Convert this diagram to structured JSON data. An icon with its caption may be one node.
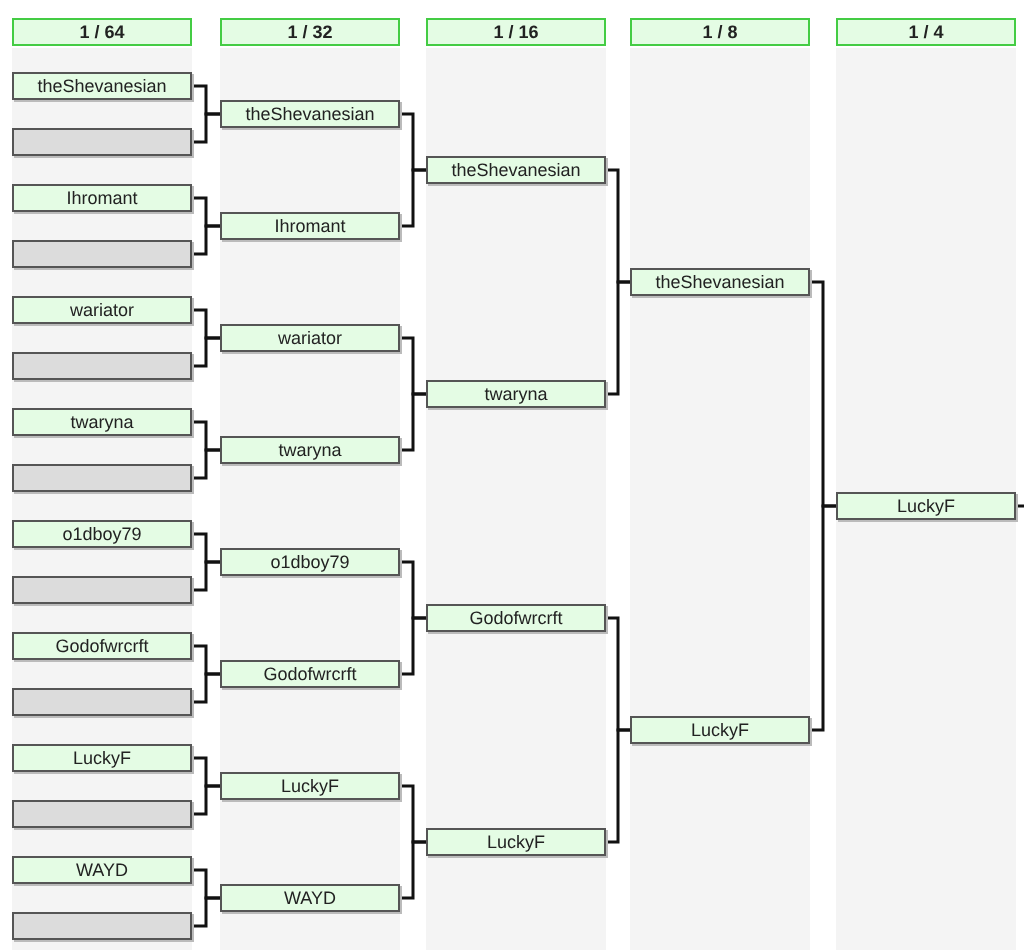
{
  "diagram": {
    "nodes": [
      {
        "text": [
          "1 / 64"
        ]
      },
      {
        "text": [
          "1 / 32"
        ]
      },
      {
        "text": [
          "1 / 16"
        ]
      },
      {
        "text": [
          "1 / 8"
        ]
      },
      {
        "text": [
          "1 / 4"
        ]
      },
      {
        "text": [
          "theShevanesian"
        ]
      },
      {
        "text": [],
        "shape": "box"
      },
      {
        "text": [
          "Ihromant"
        ]
      },
      {
        "text": [],
        "shape": "box"
      },
      {
        "text": [
          "wariator"
        ]
      },
      {
        "text": [],
        "shape": "box"
      },
      {
        "text": [
          "twaryna"
        ]
      },
      {
        "text": [],
        "shape": "box"
      },
      {
        "text": [
          "o1dboy79"
        ]
      },
      {
        "text": [],
        "shape": "box"
      },
      {
        "text": [
          "Godofwrcrft"
        ]
      },
      {
        "text": [],
        "shape": "box"
      },
      {
        "text": [
          "LuckyF"
        ]
      },
      {
        "text": [],
        "shape": "box"
      },
      {
        "text": [
          "WAYD"
        ]
      },
      {
        "text": [],
        "shape": "box"
      },
      {
        "text": [
          "theShevanesian"
        ]
      },
      {
        "text": [
          "Ihromant"
        ]
      },
      {
        "text": [
          "wariator"
        ]
      },
      {
        "text": [
          "twaryna"
        ]
      },
      {
        "text": [
          "o1dboy79"
        ]
      },
      {
        "text": [
          "Godofwrcrft"
        ]
      },
      {
        "text": [
          "LuckyF"
        ]
      },
      {
        "text": [
          "WAYD"
        ]
      },
      {
        "text": [
          "theShevanesian"
        ]
      },
      {
        "text": [
          "twaryna"
        ]
      },
      {
        "text": [
          "Godofwrcrft"
        ]
      },
      {
        "text": [
          "LuckyF"
        ]
      },
      {
        "text": [
          "theShevanesian"
        ]
      },
      {
        "text": [
          "LuckyF"
        ]
      },
      {
        "text": [
          "LuckyF"
        ]
      }
    ],
    "edges": [
      {
        "from": 5,
        "to": 21,
        "arrow": "none"
      },
      {
        "from": 6,
        "to": 21,
        "arrow": "none"
      },
      {
        "from": 7,
        "to": 22,
        "arrow": "none"
      },
      {
        "from": 8,
        "to": 22,
        "arrow": "none"
      },
      {
        "from": 9,
        "to": 23,
        "arrow": "none"
      },
      {
        "from": 10,
        "to": 23,
        "arrow": "none"
      },
      {
        "from": 11,
        "to": 24,
        "arrow": "none"
      },
      {
        "from": 12,
        "to": 24,
        "arrow": "none"
      },
      {
        "from": 13,
        "to": 25,
        "arrow": "none"
      },
      {
        "from": 14,
        "to": 25,
        "arrow": "none"
      },
      {
        "from": 15,
        "to": 26,
        "arrow": "none"
      },
      {
        "from": 16,
        "to": 26,
        "arrow": "none"
      },
      {
        "from": 17,
        "to": 27,
        "arrow": "none"
      },
      {
        "from": 18,
        "to": 27,
        "arrow": "none"
      },
      {
        "from": 19,
        "to": 28,
        "arrow": "none"
      },
      {
        "from": 20,
        "to": 28,
        "arrow": "none"
      },
      {
        "from": 21,
        "to": 29,
        "arrow": "none"
      },
      {
        "from": 22,
        "to": 29,
        "arrow": "none"
      },
      {
        "from": 23,
        "to": 30,
        "arrow": "none"
      },
      {
        "from": 24,
        "to": 30,
        "arrow": "none"
      },
      {
        "from": 25,
        "to": 31,
        "arrow": "none"
      },
      {
        "from": 26,
        "to": 31,
        "arrow": "none"
      },
      {
        "from": 27,
        "to": 32,
        "arrow": "none"
      },
      {
        "from": 28,
        "to": 32,
        "arrow": "none"
      },
      {
        "from": 29,
        "to": 33,
        "arrow": "none"
      },
      {
        "from": 30,
        "to": 33,
        "arrow": "none"
      },
      {
        "from": 31,
        "to": 34,
        "arrow": "none"
      },
      {
        "from": 32,
        "to": 34,
        "arrow": "none"
      },
      {
        "from": 33,
        "to": 35,
        "arrow": "none"
      },
      {
        "from": 34,
        "to": 35,
        "arrow": "none"
      },
      {
        "from": 35,
        "to": null,
        "arrow": "none"
      }
    ]
  }
}
